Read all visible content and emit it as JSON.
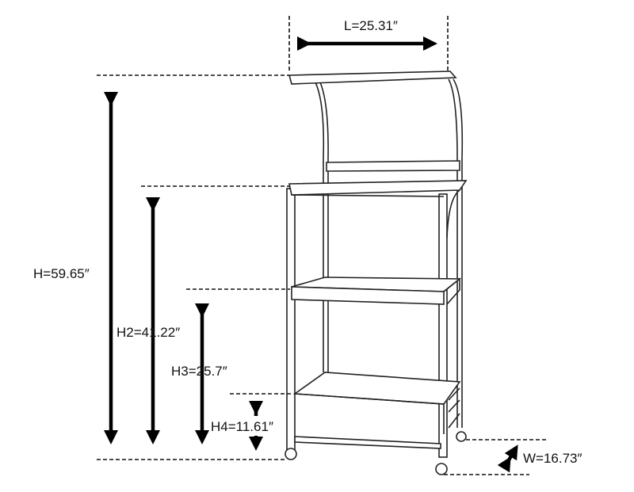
{
  "dimensions": {
    "length": "L=25.31″",
    "height": "H=59.65″",
    "height2": "H2=41.22″",
    "height3": "H3=25.7″",
    "height4": "H4=11.61″",
    "width": "W=16.73″"
  }
}
